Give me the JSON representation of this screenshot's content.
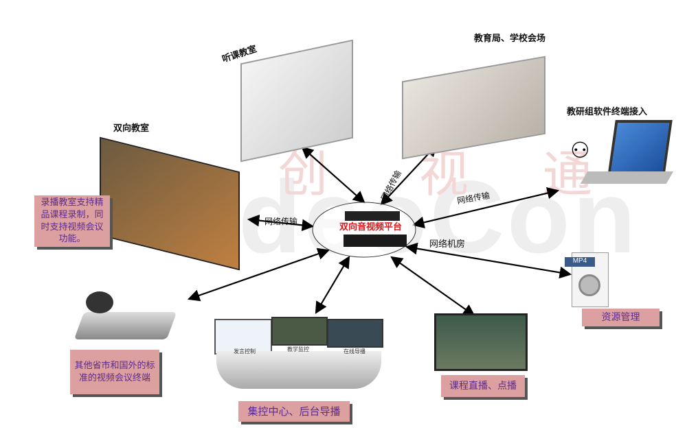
{
  "watermark": {
    "latin": "VideoCon",
    "chars": [
      "创",
      "视",
      "通"
    ]
  },
  "nodes": {
    "listening_classroom": "听课教室",
    "education_bureau": "教育局、学校会场",
    "software_terminal": "教研组软件终端接入",
    "two_way_classroom": "双向教室",
    "two_way_note": "录播教室支持精品课程录制，同时支持视频会议功能。",
    "other_terminals": "其他省市和国外的标准的视频会议终端",
    "control_center": "集控中心、后台导播",
    "console_labels": [
      "发言控制",
      "教学监控",
      "在线导播"
    ],
    "live_vod": "课程直播、点播",
    "resource_mgmt": "资源管理",
    "file_type": "MP4"
  },
  "center": {
    "platform": "双向音视频平台",
    "room": "网络机房"
  },
  "links": {
    "left": "网络传输",
    "top": "网络传输",
    "right": "网络传输"
  },
  "colors": {
    "label_bg": "#dda0a0",
    "label_text": "#5b2a8c",
    "platform_text": "#e0161b"
  }
}
